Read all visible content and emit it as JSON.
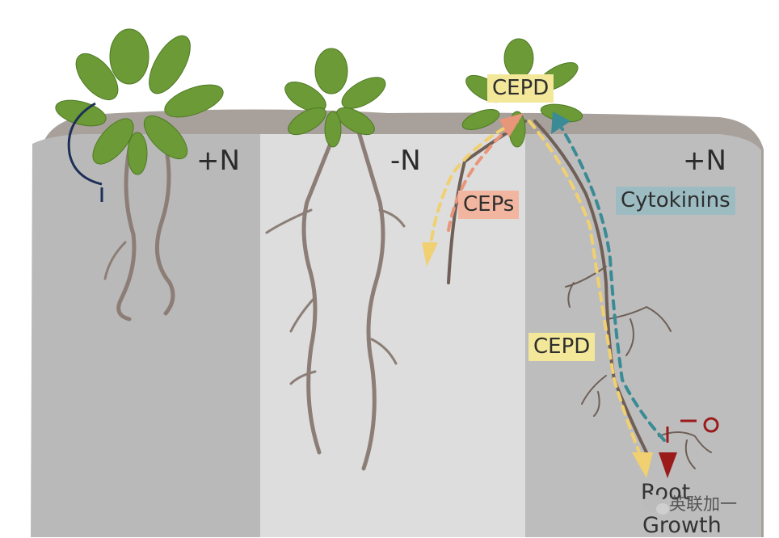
{
  "conditions": {
    "left": "+N",
    "middle": "-N",
    "right": "+N"
  },
  "signals": {
    "cepd_top": "CEPD",
    "ceps": "CEPs",
    "cytokinins": "Cytokinins",
    "cepd_root": "CEPD"
  },
  "outcome": {
    "line1": "Root",
    "line2": "Growth"
  },
  "watermark": {
    "text": "英联加一"
  },
  "colors": {
    "soil_dark": "#b5b5b5",
    "soil_light": "#dcdcdc",
    "soil_surface": "#a59a93",
    "leaf": "#6a9a35",
    "root": "#7a6a62",
    "cepd_fill": "#f3e79a",
    "ceps_fill": "#f2b6a0",
    "cytokinins_fill": "#9dbcc2",
    "arrow_yellow": "#f0d070",
    "arrow_salmon": "#e8967a",
    "arrow_teal": "#3a8b95",
    "inhibit_blue": "#1e2f57",
    "inhibit_red": "#9b1b1b"
  }
}
